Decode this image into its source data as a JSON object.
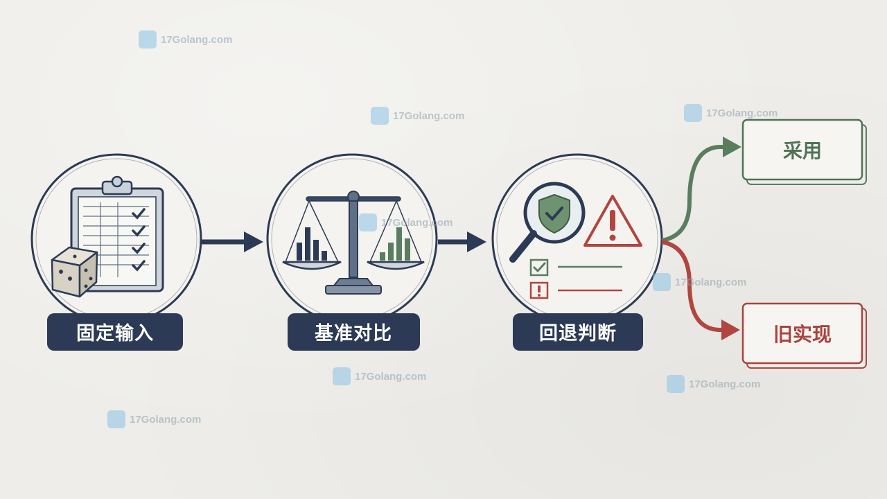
{
  "steps": [
    {
      "label": "固定输入",
      "icon": "clipboard-dice-icon"
    },
    {
      "label": "基准对比",
      "icon": "balance-scale-icon"
    },
    {
      "label": "回退判断",
      "icon": "magnifier-warning-icon"
    }
  ],
  "outcomes": {
    "adopt": {
      "label": "采用",
      "color": "#4f7356"
    },
    "old": {
      "label": "旧实现",
      "color": "#a9433e"
    }
  },
  "colors": {
    "navy": "#2c3a55",
    "green": "#5a7d5f",
    "red": "#b0463f",
    "background": "#eeede9"
  },
  "watermark": {
    "domain": "17Golang.com"
  }
}
